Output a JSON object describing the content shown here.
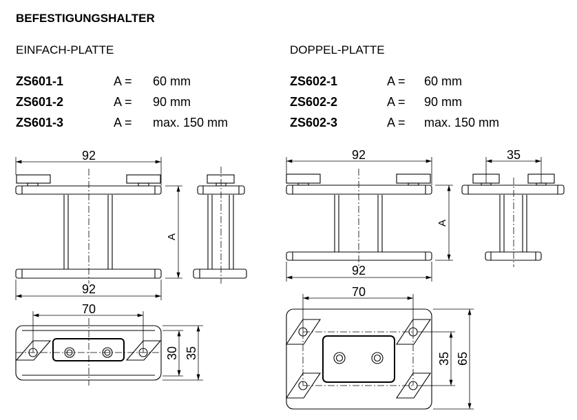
{
  "title": "BEFESTIGUNGSHALTER",
  "single": {
    "heading": "EINFACH-PLATTE",
    "rows": [
      {
        "code": "ZS601-1",
        "label": "A =",
        "value": "60 mm"
      },
      {
        "code": "ZS601-2",
        "label": "A =",
        "value": "90 mm"
      },
      {
        "code": "ZS601-3",
        "label": "A =",
        "value": "max. 150 mm"
      }
    ],
    "dims": {
      "top_width": "92",
      "bottom_width": "92",
      "height": "A",
      "hole_spacing": "70",
      "inner_height": "30",
      "outer_height": "35"
    }
  },
  "double": {
    "heading": "DOPPEL-PLATTE",
    "rows": [
      {
        "code": "ZS602-1",
        "label": "A =",
        "value": "60 mm"
      },
      {
        "code": "ZS602-2",
        "label": "A =",
        "value": "90 mm"
      },
      {
        "code": "ZS602-3",
        "label": "A =",
        "value": "max. 150 mm"
      }
    ],
    "dims": {
      "top_width": "92",
      "bottom_width": "92",
      "height": "A",
      "side_spacing": "35",
      "hole_spacing": "70",
      "inner_height": "35",
      "outer_height": "65"
    }
  }
}
